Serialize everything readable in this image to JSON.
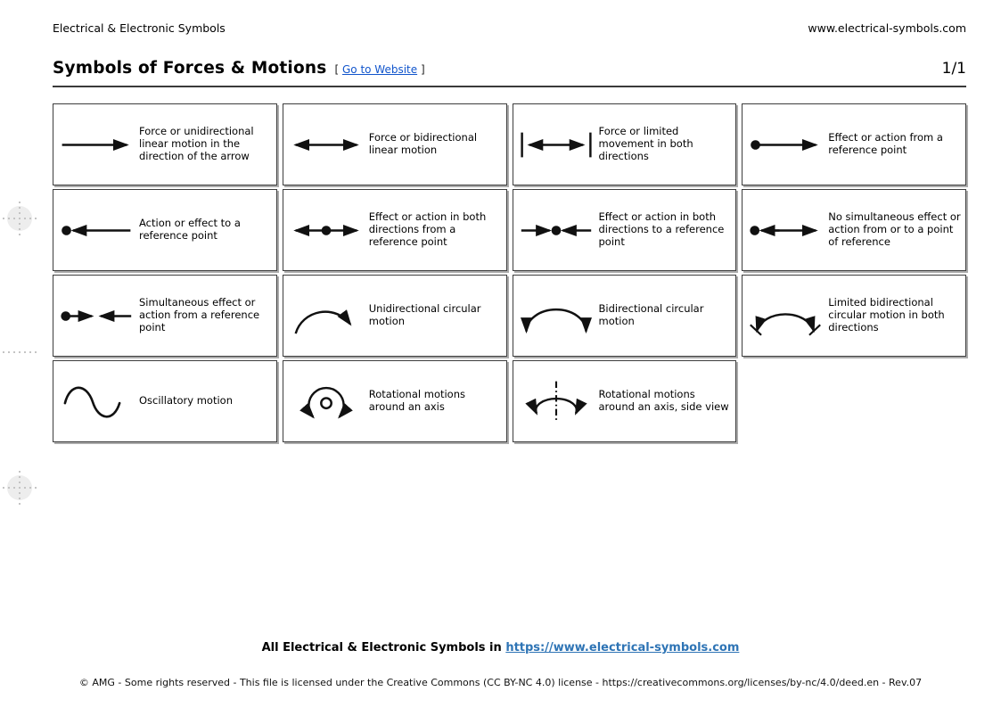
{
  "header": {
    "left": "Electrical & Electronic Symbols",
    "right": "www.electrical-symbols.com"
  },
  "title": {
    "text": "Symbols of Forces & Motions",
    "bracket_open": "[",
    "link_label": "Go to Website",
    "bracket_close": "]",
    "page_number": "1/1"
  },
  "cells": [
    {
      "id": "force-unidirectional",
      "label": "Force or unidirectional linear motion in the direction of the arrow"
    },
    {
      "id": "force-bidirectional",
      "label": "Force or bidirectional linear motion"
    },
    {
      "id": "force-limited",
      "label": "Force or limited movement in both directions"
    },
    {
      "id": "effect-from-reference",
      "label": "Effect or action from a reference point"
    },
    {
      "id": "action-to-reference",
      "label": "Action or effect to a reference point"
    },
    {
      "id": "both-directions-from-reference",
      "label": "Effect or action in both directions from a reference point"
    },
    {
      "id": "both-directions-to-reference",
      "label": "Effect or action in both directions to a reference point"
    },
    {
      "id": "no-simultaneous-effect",
      "label": "No simultaneous effect or action from or to a point of reference"
    },
    {
      "id": "simultaneous-effect",
      "label": "Simultaneous effect or action from a reference point"
    },
    {
      "id": "circular-unidirectional",
      "label": "Unidirectional circular motion"
    },
    {
      "id": "circular-bidirectional",
      "label": "Bidirectional circular motion"
    },
    {
      "id": "circular-limited",
      "label": "Limited bidirectional circular motion in both directions"
    },
    {
      "id": "oscillatory-motion",
      "label": "Oscillatory motion"
    },
    {
      "id": "rotational-around-axis",
      "label": "Rotational motions around an axis"
    },
    {
      "id": "rotational-around-axis-side",
      "label": "Rotational motions around an axis, side view"
    }
  ],
  "footer": {
    "bold_prefix": "All Electrical & Electronic Symbols in",
    "link": "https://www.electrical-symbols.com",
    "copyright": "© AMG - Some rights reserved - This file is licensed under the Creative Commons (CC BY-NC 4.0) license - https://creativecommons.org/licenses/by-nc/4.0/deed.en - Rev.07"
  },
  "colors": {
    "link_top": "#1155cc",
    "link_bottom": "#2e74b5",
    "symbol_ink": "#111111",
    "cell_border": "#3d3d3d",
    "cell_shadow": "#ababab"
  }
}
